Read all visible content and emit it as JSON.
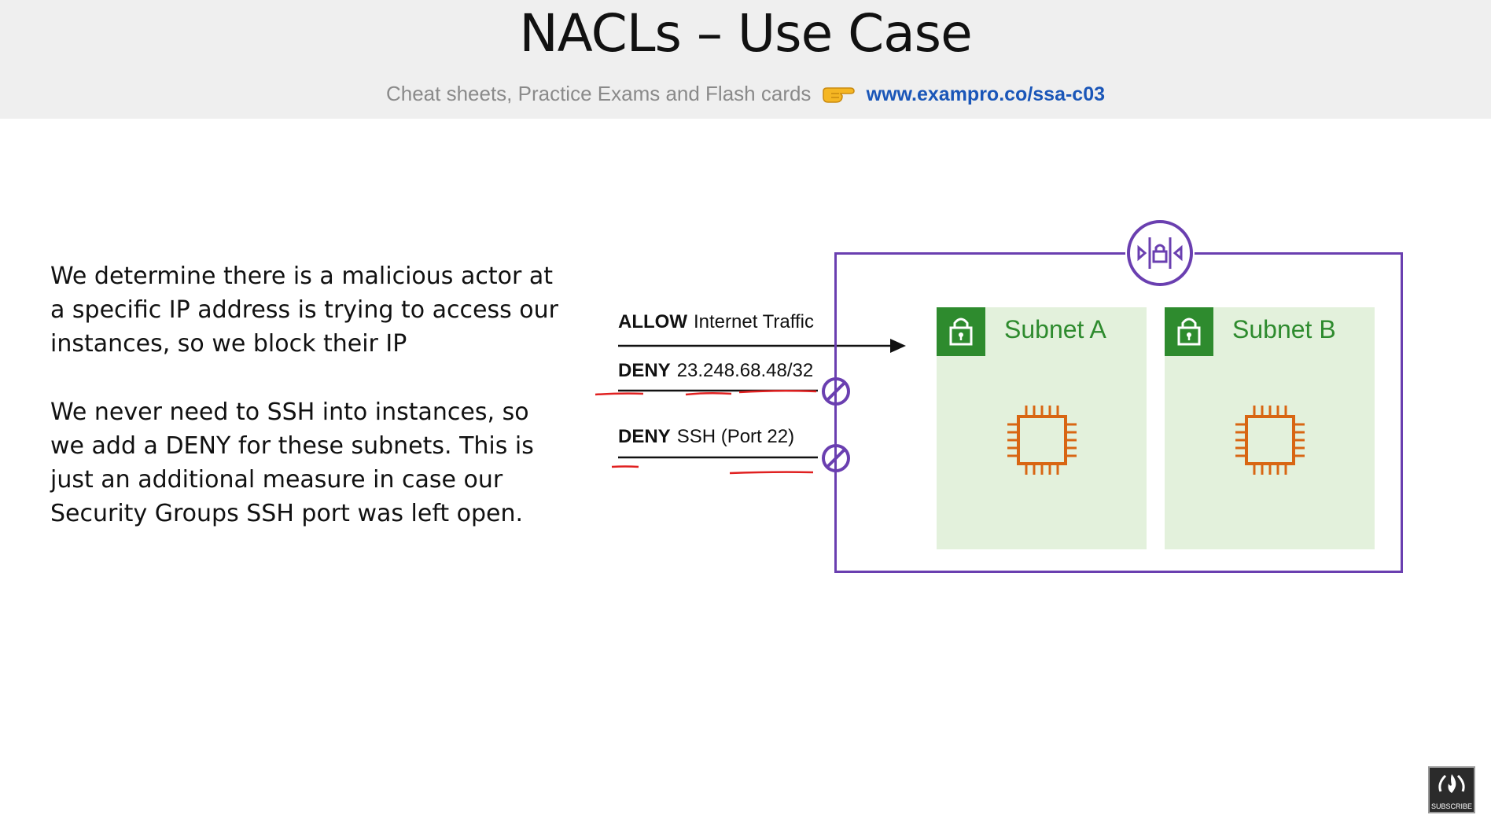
{
  "header": {
    "title": "NACLs – Use Case",
    "subtitle": "Cheat sheets, Practice Exams and Flash cards",
    "link": "www.exampro.co/ssa-c03"
  },
  "body": {
    "paragraph_1": "We determine there is a malicious actor at a specific IP address is trying to access our instances, so we block their IP",
    "paragraph_2": "We never need to SSH into instances, so we add a DENY for these subnets. This is just an additional measure in case our Security Groups SSH port was left open."
  },
  "diagram": {
    "rules": [
      {
        "action": "ALLOW",
        "target": "Internet Traffic"
      },
      {
        "action": "DENY",
        "target": "23.248.68.48/32"
      },
      {
        "action": "DENY",
        "target": "SSH (Port 22)"
      }
    ],
    "subnets": [
      {
        "label": "Subnet A"
      },
      {
        "label": "Subnet B"
      }
    ],
    "colors": {
      "vpc_border": "#6a3fb0",
      "subnet_fill": "#e3f1dc",
      "subnet_accent": "#2e8b2e",
      "instance_icon": "#d86613",
      "annotation_red": "#e02020"
    },
    "icons": [
      "nacl-icon",
      "lock-icon",
      "ec2-instance-icon",
      "deny-icon",
      "arrow-icon"
    ]
  },
  "badge": {
    "label": "SUBSCRIBE"
  }
}
